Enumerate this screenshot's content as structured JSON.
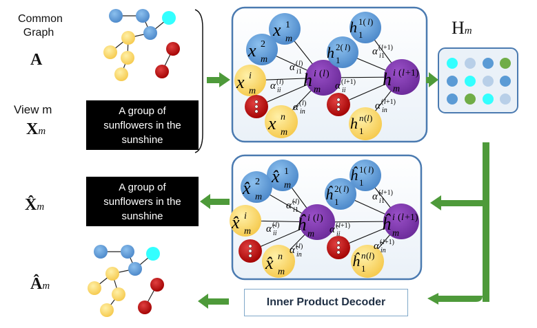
{
  "labels": {
    "common_graph_line1": "Common",
    "common_graph_line2": "Graph",
    "common_graph_symbol": "A",
    "view_label": "View m",
    "view_symbol": "X",
    "view_sub": "m",
    "recon_x_symbol": "X̂",
    "recon_x_sub": "m",
    "recon_a_symbol": "Â",
    "recon_a_sub": "m",
    "h_symbol": "H",
    "h_sub": "m"
  },
  "text_input": {
    "line1": "A group of",
    "line2": "sunflowers in the",
    "line3": "sunshine"
  },
  "text_output": {
    "line1": "A group of",
    "line2": "sunflowers in the",
    "line3": "sunshine"
  },
  "decoder": {
    "label": "Inner Product Decoder"
  },
  "colors": {
    "blue_node": "#5b9bd5",
    "yellow_node": "#ffd966",
    "purple_node": "#7030a0",
    "red_node": "#c00000",
    "cyan_node": "#33ffff",
    "green_node": "#70ad47",
    "arrow_green": "#4e9a3a",
    "panel_border": "#4a7ab0"
  }
}
